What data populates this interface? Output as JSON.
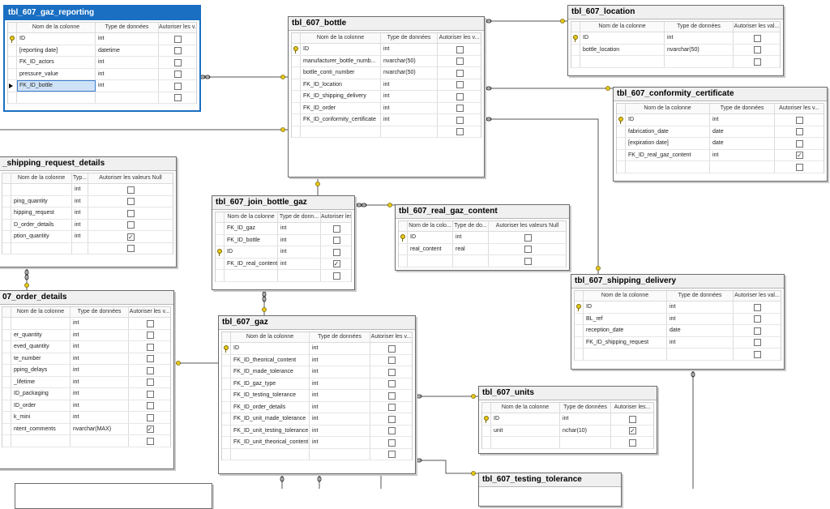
{
  "columns_header": {
    "name": "Nom de la colonne",
    "type": "Type de données",
    "null_short": "Autoriser les v...",
    "null_full": "Autoriser les valeurs Null",
    "null_med": "Autoriser les val...",
    "null_med2": "Autoriser les...",
    "null_units": "Autoriser les...",
    "type_short": "Typ...",
    "type_med": "Type de donn...",
    "type_med2": "Type de do...",
    "name_short": "Nom de la colo..."
  },
  "tables": {
    "gaz_reporting": {
      "title": "tbl_607_gaz_reporting",
      "rows": [
        {
          "name": "ID",
          "type": "int",
          "nullable": false,
          "pk": true
        },
        {
          "name": "[reporting date]",
          "type": "datetime",
          "nullable": false
        },
        {
          "name": "FK_ID_actors",
          "type": "int",
          "nullable": false
        },
        {
          "name": "pressure_value",
          "type": "int",
          "nullable": false
        },
        {
          "name": "FK_ID_bottle",
          "type": "int",
          "nullable": false,
          "current": true
        },
        {
          "name": "",
          "type": "",
          "nullable": false
        }
      ]
    },
    "bottle": {
      "title": "tbl_607_bottle",
      "rows": [
        {
          "name": "ID",
          "type": "int",
          "nullable": false,
          "pk": true
        },
        {
          "name": "manufacturer_bottle_numb...",
          "type": "nvarchar(50)",
          "nullable": false
        },
        {
          "name": "bottle_conti_number",
          "type": "nvarchar(50)",
          "nullable": false
        },
        {
          "name": "FK_ID_location",
          "type": "int",
          "nullable": false
        },
        {
          "name": "FK_ID_shipping_delivery",
          "type": "int",
          "nullable": false
        },
        {
          "name": "FK_ID_order",
          "type": "int",
          "nullable": false
        },
        {
          "name": "FK_ID_conformity_certificate",
          "type": "int",
          "nullable": false
        },
        {
          "name": "",
          "type": "",
          "nullable": false
        }
      ]
    },
    "location": {
      "title": "tbl_607_location",
      "rows": [
        {
          "name": "ID",
          "type": "int",
          "nullable": false,
          "pk": true
        },
        {
          "name": "bottle_location",
          "type": "nvarchar(50)",
          "nullable": false
        },
        {
          "name": "",
          "type": "",
          "nullable": false
        }
      ]
    },
    "conformity_certificate": {
      "title": "tbl_607_conformity_certificate",
      "rows": [
        {
          "name": "ID",
          "type": "int",
          "nullable": false,
          "pk": true
        },
        {
          "name": "fabrication_date",
          "type": "date",
          "nullable": false
        },
        {
          "name": "[expiration date]",
          "type": "date",
          "nullable": false
        },
        {
          "name": "FK_ID_real_gaz_content",
          "type": "int",
          "nullable": true
        },
        {
          "name": "",
          "type": "",
          "nullable": false
        }
      ]
    },
    "shipping_request_details": {
      "title": "_shipping_request_details",
      "rows": [
        {
          "name": "",
          "type": "int",
          "nullable": false
        },
        {
          "name": "ping_quantity",
          "type": "int",
          "nullable": false
        },
        {
          "name": "hipping_request",
          "type": "int",
          "nullable": false
        },
        {
          "name": "D_order_details",
          "type": "int",
          "nullable": false
        },
        {
          "name": "ption_quantity",
          "type": "int",
          "nullable": true
        },
        {
          "name": "",
          "type": "",
          "nullable": false
        }
      ]
    },
    "join_bottle_gaz": {
      "title": "tbl_607_join_bottle_gaz",
      "rows": [
        {
          "name": "FK_ID_gaz",
          "type": "int",
          "nullable": false
        },
        {
          "name": "FK_ID_bottle",
          "type": "int",
          "nullable": false
        },
        {
          "name": "ID",
          "type": "int",
          "nullable": false,
          "pk": true
        },
        {
          "name": "FK_ID_real_content",
          "type": "int",
          "nullable": true
        },
        {
          "name": "",
          "type": "",
          "nullable": false
        }
      ]
    },
    "real_gaz_content": {
      "title": "tbl_607_real_gaz_content",
      "rows": [
        {
          "name": "ID",
          "type": "int",
          "nullable": false,
          "pk": true
        },
        {
          "name": "real_content",
          "type": "real",
          "nullable": false
        },
        {
          "name": "",
          "type": "",
          "nullable": false
        }
      ]
    },
    "shipping_delivery": {
      "title": "tbl_607_shipping_delivery",
      "rows": [
        {
          "name": "ID",
          "type": "int",
          "nullable": false,
          "pk": true
        },
        {
          "name": "BL_ref",
          "type": "int",
          "nullable": false
        },
        {
          "name": "reception_date",
          "type": "date",
          "nullable": false
        },
        {
          "name": "FK_ID_shipping_request",
          "type": "int",
          "nullable": false
        },
        {
          "name": "",
          "type": "",
          "nullable": false
        }
      ]
    },
    "order_details": {
      "title": "07_order_details",
      "rows": [
        {
          "name": "",
          "type": "int",
          "nullable": false
        },
        {
          "name": "er_quantity",
          "type": "int",
          "nullable": false
        },
        {
          "name": "eved_quantity",
          "type": "int",
          "nullable": false
        },
        {
          "name": "te_number",
          "type": "int",
          "nullable": false
        },
        {
          "name": "pping_delays",
          "type": "int",
          "nullable": false
        },
        {
          "name": "_lifetime",
          "type": "int",
          "nullable": false
        },
        {
          "name": "ID_packaging",
          "type": "int",
          "nullable": false
        },
        {
          "name": "ID_order",
          "type": "int",
          "nullable": false
        },
        {
          "name": "k_mini",
          "type": "int",
          "nullable": false
        },
        {
          "name": "ntent_comments",
          "type": "nvarchar(MAX)",
          "nullable": true
        },
        {
          "name": "",
          "type": "",
          "nullable": false
        }
      ]
    },
    "gaz": {
      "title": "tbl_607_gaz",
      "rows": [
        {
          "name": "ID",
          "type": "int",
          "nullable": false,
          "pk": true
        },
        {
          "name": "FK_ID_theorical_content",
          "type": "int",
          "nullable": false
        },
        {
          "name": "FK_ID_made_tolerance",
          "type": "int",
          "nullable": false
        },
        {
          "name": "FK_ID_gaz_type",
          "type": "int",
          "nullable": false
        },
        {
          "name": "FK_ID_testing_tolerance",
          "type": "int",
          "nullable": false
        },
        {
          "name": "FK_ID_order_details",
          "type": "int",
          "nullable": false
        },
        {
          "name": "FK_ID_unit_made_tolerance",
          "type": "int",
          "nullable": false
        },
        {
          "name": "FK_ID_unit_testing_tolerance",
          "type": "int",
          "nullable": false
        },
        {
          "name": "FK_ID_unit_theorical_content",
          "type": "int",
          "nullable": false
        },
        {
          "name": "",
          "type": "",
          "nullable": false
        }
      ]
    },
    "units": {
      "title": "tbl_607_units",
      "rows": [
        {
          "name": "ID",
          "type": "int",
          "nullable": false,
          "pk": true
        },
        {
          "name": "unit",
          "type": "nchar(10)",
          "nullable": true
        },
        {
          "name": "",
          "type": "",
          "nullable": false
        }
      ]
    },
    "testing_tolerance": {
      "title": "tbl_607_testing_tolerance",
      "rows": []
    }
  }
}
